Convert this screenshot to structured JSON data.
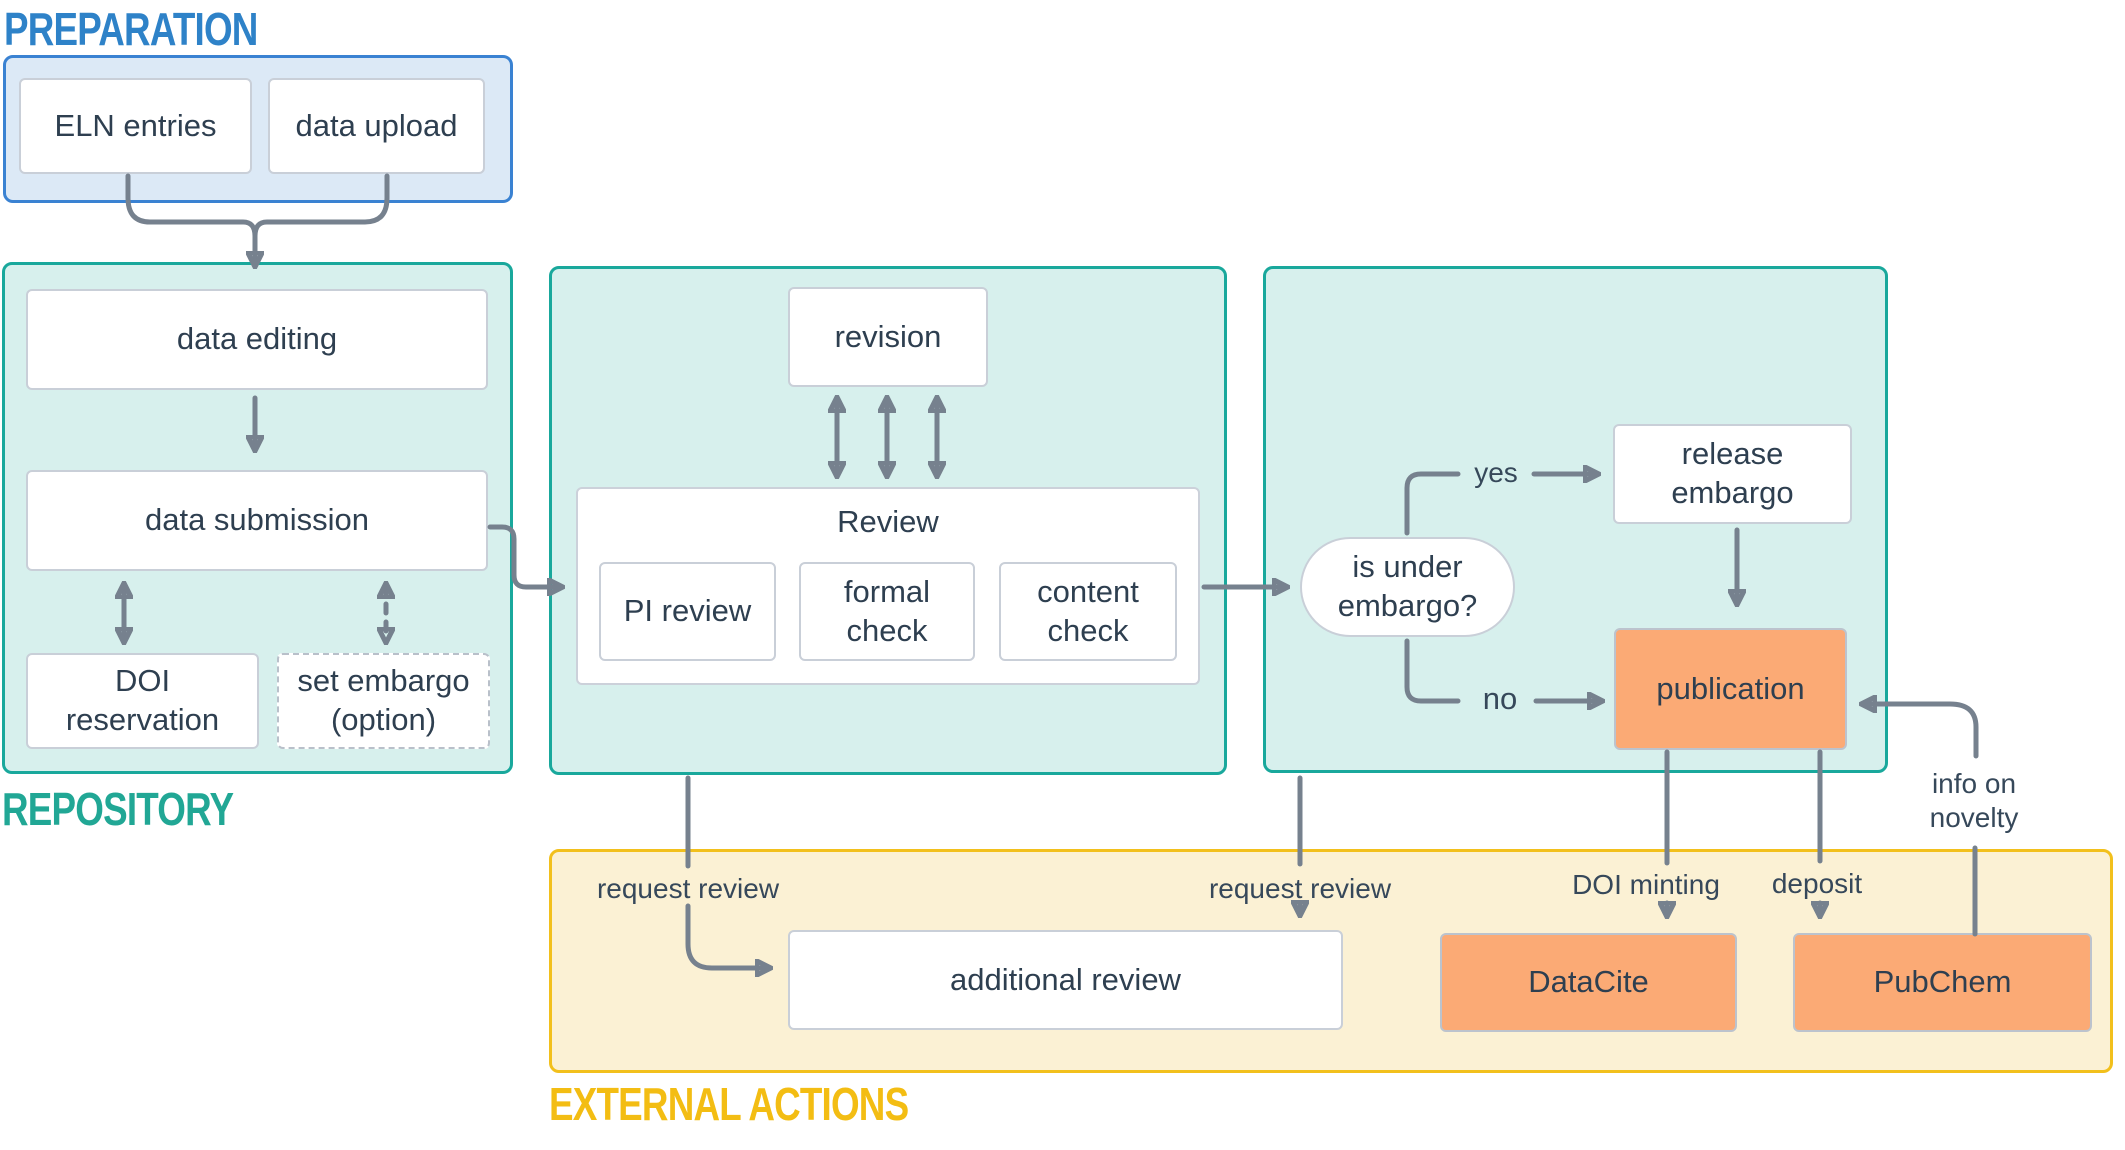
{
  "colors": {
    "accent-blue": "#2e82c8",
    "panel-blue-fill": "#dce9f6",
    "panel-blue-border": "#3a82d2",
    "accent-teal": "#21a795",
    "panel-teal-fill": "#d7f0ed",
    "panel-teal-border": "#19a89c",
    "accent-gold": "#f3bd13",
    "panel-gold-fill": "#fbf1d4",
    "panel-gold-border": "#f2c01c",
    "orange-fill": "#fbaa75",
    "box-border": "#c9cfd8",
    "arrow-gray": "#76818e",
    "text-dark": "#2e3f50"
  },
  "preparation": {
    "title": "PREPARATION",
    "eln_entries": "ELN entries",
    "data_upload": "data upload"
  },
  "repository": {
    "title": "REPOSITORY",
    "data_editing": "data editing",
    "data_submission": "data submission",
    "doi_reservation": "DOI reservation",
    "set_embargo": "set embargo (option)"
  },
  "review": {
    "revision": "revision",
    "title": "Review",
    "pi_review": "PI review",
    "formal_check": "formal check",
    "content_check": "content check"
  },
  "decision": {
    "question": "is under embargo?",
    "yes_label": "yes",
    "no_label": "no",
    "release_embargo": "release embargo",
    "publication": "publication"
  },
  "external": {
    "title": "EXTERNAL ACTIONS",
    "additional_review": "additional review",
    "datacite": "DataCite",
    "pubchem": "PubChem"
  },
  "flow_labels": {
    "request_review_left": "request review",
    "request_review_right": "request review",
    "doi_minting": "DOI minting",
    "deposit": "deposit",
    "info_on_novelty": "info on\nnovelty"
  }
}
